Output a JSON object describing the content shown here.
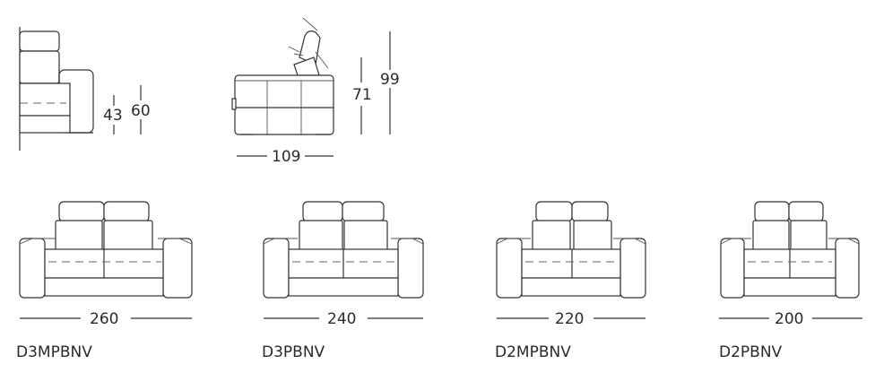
{
  "side_view": {
    "seat_height": "43",
    "arm_height": "60"
  },
  "profile_view": {
    "depth": "109",
    "back_height": "71",
    "headrest_height": "99"
  },
  "models": [
    {
      "code": "D3MPBNV",
      "width": "260"
    },
    {
      "code": "D3PBNV",
      "width": "240"
    },
    {
      "code": "D2MPBNV",
      "width": "220"
    },
    {
      "code": "D2PBNV",
      "width": "200"
    }
  ]
}
